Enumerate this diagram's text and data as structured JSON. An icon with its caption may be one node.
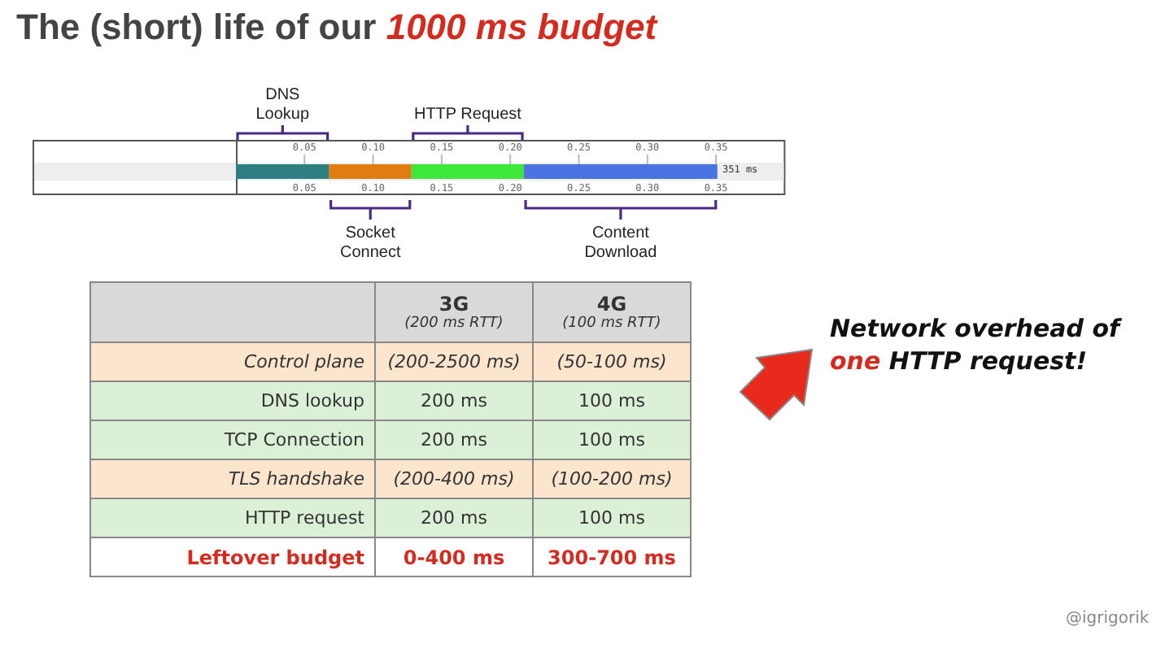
{
  "diagram": {
    "title": "The (short) life of our *1000 ms budget*",
    "labels": [
      "351 ms",
      "0.05",
      "0.10",
      "0.15",
      "0.20",
      "0.25",
      "0.30",
      "0.35",
      "3G",
      "(200 ms RTT)",
      "4G",
      "(100 ms RTT)",
      "Control plane",
      "(200-2500 ms)",
      "(50-100 ms)",
      "DNS lookup",
      "200 ms",
      "100 ms",
      "TCP Connection",
      "200 ms",
      "100 ms",
      "TLS handshake",
      "(200-400 ms)",
      "(100-200 ms)",
      "HTTP request",
      "200 ms",
      "100 ms",
      "Leftover budget",
      "0-400 ms",
      "300-700 ms",
      "Network overhead of *one* HTTP request!",
      "@igrigorik"
    ],
    "chart_data": {
      "type": "bar",
      "orientation": "horizontal",
      "stacked": true,
      "categories": [
        null
      ],
      "xlim": [
        0,
        0.4
      ],
      "xticks": [
        0.05,
        {
          "value": 0.1,
          "label": "0.10"
        },
        0.15,
        {
          "value": 0.2,
          "label": "0.20"
        },
        0.25,
        {
          "value": 0.3,
          "label": "0.30"
        },
        0.35
      ],
      "series": [
        {
          "name": "DNS Lookup",
          "color": "#2e7f82",
          "values": [
            0.068
          ]
        },
        {
          "name": "Socket Connect",
          "color": "#e07c12",
          "values": [
            0.06
          ]
        },
        {
          "name": "HTTP Request",
          "color": "#3ee83a",
          "values": [
            0.082
          ]
        },
        {
          "name": "Content Download",
          "color": "#4a74e0",
          "values": [
            0.141
          ]
        }
      ]
    }
  }
}
